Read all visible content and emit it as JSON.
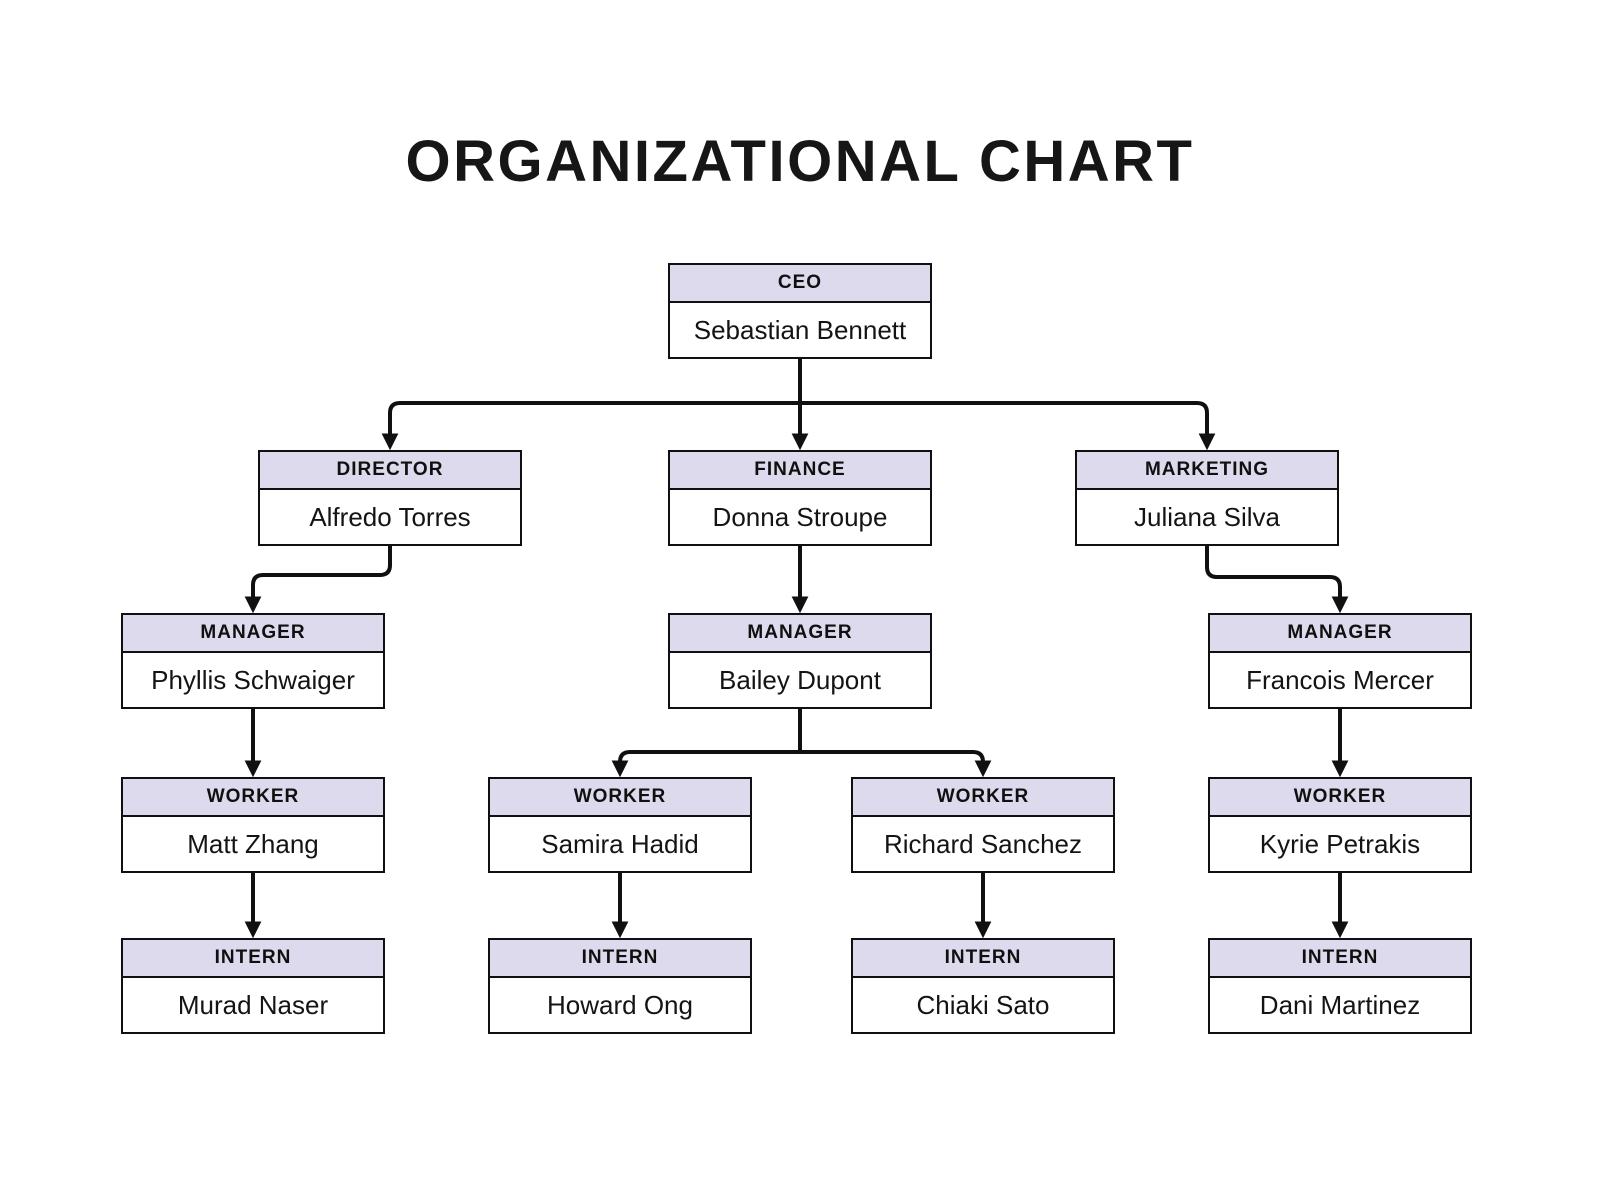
{
  "title": "ORGANIZATIONAL CHART",
  "colors": {
    "background": "#ffffff",
    "node_header_fill": "#dcdaec",
    "node_body_fill": "#ffffff",
    "border": "#101010",
    "connector": "#101010",
    "text": "#141414"
  },
  "nodes": [
    {
      "id": "ceo",
      "role": "CEO",
      "name": "Sebastian Bennett"
    },
    {
      "id": "director",
      "role": "DIRECTOR",
      "name": "Alfredo Torres"
    },
    {
      "id": "finance",
      "role": "FINANCE",
      "name": "Donna Stroupe"
    },
    {
      "id": "marketing",
      "role": "MARKETING",
      "name": "Juliana Silva"
    },
    {
      "id": "manager1",
      "role": "MANAGER",
      "name": "Phyllis Schwaiger"
    },
    {
      "id": "manager2",
      "role": "MANAGER",
      "name": "Bailey Dupont"
    },
    {
      "id": "manager3",
      "role": "MANAGER",
      "name": "Francois Mercer"
    },
    {
      "id": "worker1",
      "role": "WORKER",
      "name": "Matt Zhang"
    },
    {
      "id": "worker2",
      "role": "WORKER",
      "name": "Samira Hadid"
    },
    {
      "id": "worker3",
      "role": "WORKER",
      "name": "Richard Sanchez"
    },
    {
      "id": "worker4",
      "role": "WORKER",
      "name": "Kyrie Petrakis"
    },
    {
      "id": "intern1",
      "role": "INTERN",
      "name": "Murad Naser"
    },
    {
      "id": "intern2",
      "role": "INTERN",
      "name": "Howard Ong"
    },
    {
      "id": "intern3",
      "role": "INTERN",
      "name": "Chiaki Sato"
    },
    {
      "id": "intern4",
      "role": "INTERN",
      "name": "Dani Martinez"
    }
  ],
  "edges": [
    {
      "from": "ceo",
      "to": "director"
    },
    {
      "from": "ceo",
      "to": "finance"
    },
    {
      "from": "ceo",
      "to": "marketing"
    },
    {
      "from": "director",
      "to": "manager1"
    },
    {
      "from": "finance",
      "to": "manager2"
    },
    {
      "from": "marketing",
      "to": "manager3"
    },
    {
      "from": "manager1",
      "to": "worker1"
    },
    {
      "from": "manager2",
      "to": "worker2"
    },
    {
      "from": "manager2",
      "to": "worker3"
    },
    {
      "from": "manager3",
      "to": "worker4"
    },
    {
      "from": "worker1",
      "to": "intern1"
    },
    {
      "from": "worker2",
      "to": "intern2"
    },
    {
      "from": "worker3",
      "to": "intern3"
    },
    {
      "from": "worker4",
      "to": "intern4"
    }
  ]
}
